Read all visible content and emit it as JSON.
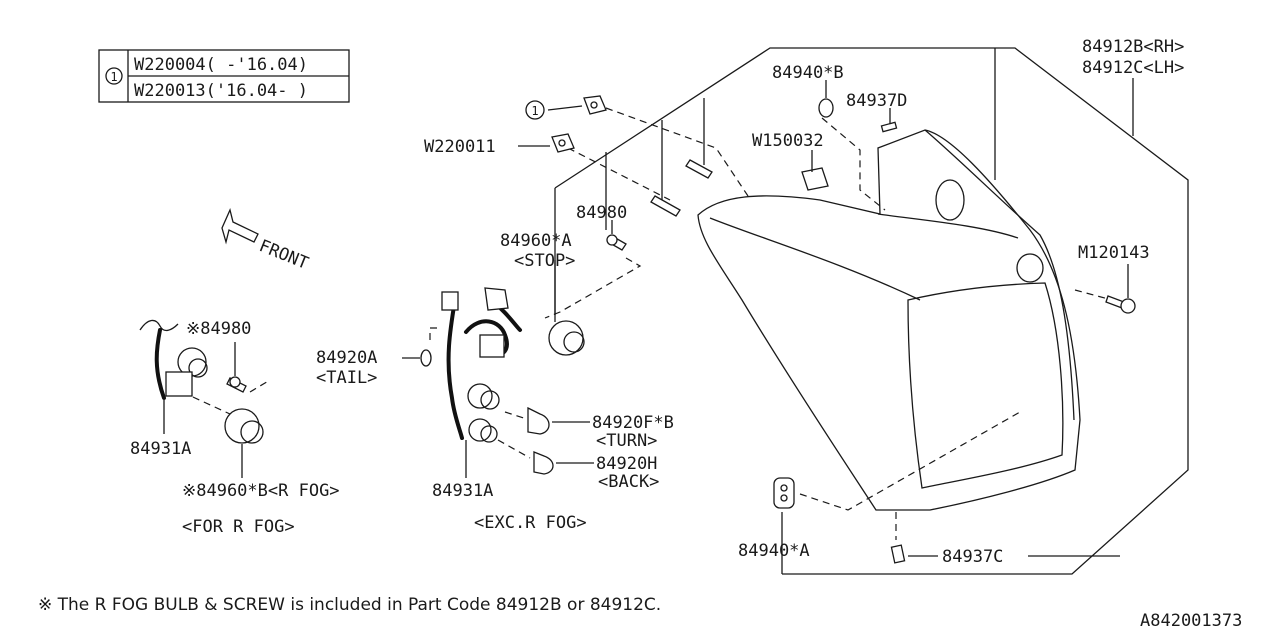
{
  "legend": {
    "marker": "1",
    "rows": [
      "W220004( -'16.04)",
      "W220013('16.04- )"
    ]
  },
  "front_label": "FRONT",
  "callouts": {
    "assembly_rh": "84912B<RH>",
    "assembly_lh": "84912C<LH>",
    "p84940b": "84940*B",
    "p84937d": "84937D",
    "p_circle1": "1",
    "w220011": "W220011",
    "w150032": "W150032",
    "p84980": "84980",
    "p84960a": "84960*A",
    "stop": "<STOP>",
    "m120143": "M120143",
    "p84920a": "84920A",
    "tail": "<TAIL>",
    "p84920fb": "84920F*B",
    "turn": "<TURN>",
    "p84920h": "84920H",
    "back": "<BACK>",
    "p84931a_center": "84931A",
    "exc_r_fog": "<EXC.R FOG>",
    "p84980_fog": "※84980",
    "p84931a_left": "84931A",
    "p84960b": "※84960*B<R FOG>",
    "for_r_fog": "<FOR R FOG>",
    "p84940a": "84940*A",
    "p84937c": "84937C"
  },
  "footnote": "※ The R FOG BULB & SCREW is included in Part Code 84912B or 84912C.",
  "diagram_id": "A842001373"
}
